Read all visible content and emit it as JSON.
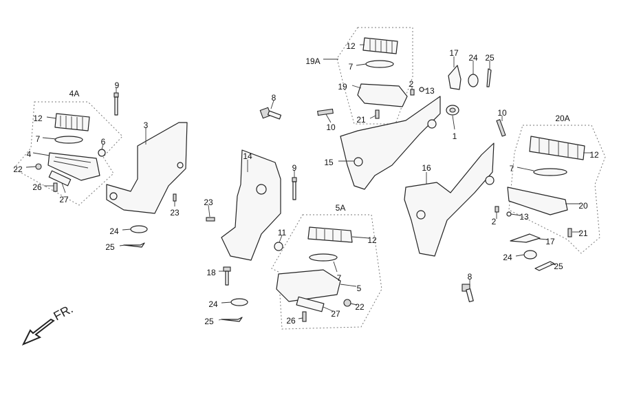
{
  "direction_label": "FR.",
  "callouts": [
    {
      "id": "c4A",
      "text": "4A"
    },
    {
      "id": "c12a",
      "text": "12"
    },
    {
      "id": "c7a",
      "text": "7"
    },
    {
      "id": "c6",
      "text": "6"
    },
    {
      "id": "c4",
      "text": "4"
    },
    {
      "id": "c22a",
      "text": "22"
    },
    {
      "id": "c26a",
      "text": "26"
    },
    {
      "id": "c27a",
      "text": "27"
    },
    {
      "id": "c9a",
      "text": "9"
    },
    {
      "id": "c3",
      "text": "3"
    },
    {
      "id": "c23a",
      "text": "23"
    },
    {
      "id": "c24a",
      "text": "24"
    },
    {
      "id": "c25a",
      "text": "25"
    },
    {
      "id": "c8a",
      "text": "8"
    },
    {
      "id": "c14",
      "text": "14"
    },
    {
      "id": "c9b",
      "text": "9"
    },
    {
      "id": "c23b",
      "text": "23"
    },
    {
      "id": "c11",
      "text": "11"
    },
    {
      "id": "c18",
      "text": "18"
    },
    {
      "id": "c24b",
      "text": "24"
    },
    {
      "id": "c25b",
      "text": "25"
    },
    {
      "id": "c5A",
      "text": "5A"
    },
    {
      "id": "c12b",
      "text": "12"
    },
    {
      "id": "c7b",
      "text": "7"
    },
    {
      "id": "c5",
      "text": "5"
    },
    {
      "id": "c22b",
      "text": "22"
    },
    {
      "id": "c26b",
      "text": "26"
    },
    {
      "id": "c27b",
      "text": "27"
    },
    {
      "id": "c19A",
      "text": "19A"
    },
    {
      "id": "c12c",
      "text": "12"
    },
    {
      "id": "c7c",
      "text": "7"
    },
    {
      "id": "c19",
      "text": "19"
    },
    {
      "id": "c2a",
      "text": "2"
    },
    {
      "id": "c13a",
      "text": "13"
    },
    {
      "id": "c21a",
      "text": "21"
    },
    {
      "id": "c10a",
      "text": "10"
    },
    {
      "id": "c15",
      "text": "15"
    },
    {
      "id": "c17a",
      "text": "17"
    },
    {
      "id": "c24c",
      "text": "24"
    },
    {
      "id": "c25c",
      "text": "25"
    },
    {
      "id": "c1",
      "text": "1"
    },
    {
      "id": "c10b",
      "text": "10"
    },
    {
      "id": "c20A",
      "text": "20A"
    },
    {
      "id": "c12d",
      "text": "12"
    },
    {
      "id": "c7d",
      "text": "7"
    },
    {
      "id": "c16",
      "text": "16"
    },
    {
      "id": "c20",
      "text": "20"
    },
    {
      "id": "c2b",
      "text": "2"
    },
    {
      "id": "c13b",
      "text": "13"
    },
    {
      "id": "c17b",
      "text": "17"
    },
    {
      "id": "c21b",
      "text": "21"
    },
    {
      "id": "c24d",
      "text": "24"
    },
    {
      "id": "c25d",
      "text": "25"
    },
    {
      "id": "c8b",
      "text": "8"
    }
  ]
}
